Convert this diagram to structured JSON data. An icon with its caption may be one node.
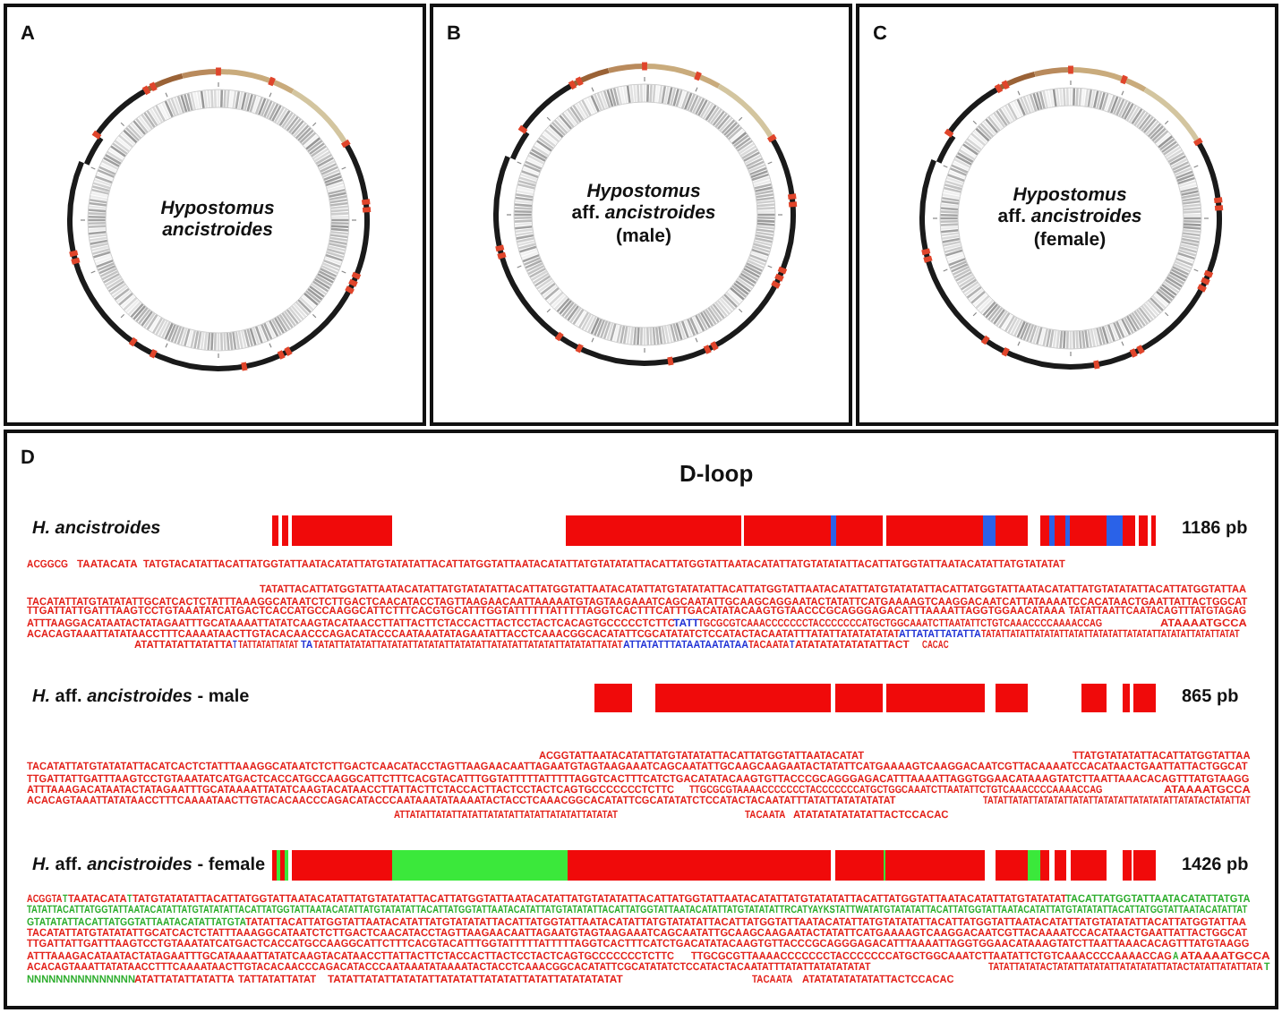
{
  "diagram": {
    "nodes": [
      {
        "text": [
          "A"
        ]
      },
      {
        "text": [
          "Hypostomus ancistroides"
        ],
        "in": 0
      },
      {
        "text": [
          "B"
        ]
      },
      {
        "text": [
          "*Hypostomus* aff. *ancistroides* (male)"
        ],
        "in": 2
      },
      {
        "text": [
          "C"
        ]
      },
      {
        "text": [
          "*Hypostomus* aff. *ancistroides* (female)"
        ],
        "in": 4
      },
      {
        "text": [
          "D",
          "D-loop"
        ]
      }
    ],
    "labels": [
      "H. ancistroides",
      "1186 pb",
      "ACGGCG",
      "TAATACATA",
      "TATGTACATATTACATTATGGTATTAATACATATTATGTATATATTACATTATGGTATTAATACATATTATGTATATATTACATTATGGTATTAATACATATTATGTATATATTACATTATGGTATTAATACATATTATGTATATAT",
      "TATATTACATTATGGTATTAATACATATTATGTATATATTACATTATGGTATTAATACATATTATGTATATATTACATTATGGTATTAATACATATTATGTATATATTACATTATGGTATTAATACATATTATGTATATATTACATTATGGTATTAA",
      "TACATATTATGTATATATTGCATCACTCTATTTAAAGGCATAATCTCTTGACTCAACATACCTAGTTAAGAACAATTAAAAATGTAGTAAGAAATCAGCAATATTGCAAGCAGGAATACTATATTCATGAAAAGTCAAGGACAATCATTATAAAATCCACATAACTGAATTATTACTGGCAT",
      "TTGATTATTGATTTAAGTCCTGTAAATATCATGACTCACCATGCCAAGGCATTCTTTCACGTGCATTTGGTATTTTTTATTTTTAGGTCACTTTCATTTGACATATACAAGTGTAACCCGCAGGGAGACATTTAAAATTAGGTGGAACATAAA",
      "TATATTAATTCAATACAGTTTATGTAGAG",
      "ATTTAAGGACATAATACTATAGAATTTGCATAAAATTATATCAAGTACATAACCTTATTACTTCTACCACTTACTCCTACTCACAGTGCCCCCTCTTC",
      "TATT",
      "TGCGCGTCAAACCCCCCCTACCCCCCCATGCTGGCAAATCTTAATATTCTGTCAAACCCCAAAACCAG",
      "ATAAAATGCCA",
      "ACACAGTAAATTATATAACCTTTCAAAATAACTTGTACACAACCCAGACATACCCAATAAATATAGAATATTACCTCAAACGGCACATATTCGCATATATCTCCATACTACAATATTTATATTATATATATAT",
      "ATTATATTATATTA",
      "TATATTATATTATATATTATATTATATATTATATATTATATATTATATTATAT",
      "ATATTATATTATATTA",
      "T",
      "TATTATATTATAT",
      "TA",
      "TATATTATATATTATATATTATATATTATATATTATATATTATATATTATATATTATAT",
      "ATTATATTTATAATAATATAA",
      "TACAATA",
      "T",
      "ATATATATATATATTACT",
      "CACAC",
      "*H.* aff. *ancistroides* - male",
      "865 pb",
      "ACGGTATTAATACATATTATGTATATATTACATTATGGTATTAATACATAT",
      "TTATGTATATATTACATTATGGTATTAA",
      "TACATATTATGTATATATTACATCACTCTATTTAAAGGCATAATCTCTTGACTCAACATACCTAGTTAAGAACAATTAGAATGTAGTAAGAAATCAGCAATATTGCAAGCAAGAATACTATATTCATGAAAAGTCAAGGACAATCGTTACAAAATCCACATAACTGAATTATTACTGGCAT",
      "TTGATTATTGATTTAAGTCCTGTAAATATCATGACTCACCATGCCAAGGCATTCTTTCACGTACATTTGGTATTTTTATTTTTAGGTCACTTTCATCTGACATATACAAGTGTTACCCGCAGGGAGACATTTAAAATTAGGTGGAACATAAAGTATCTTAATTAAACACAGTTTATGTAAGG",
      "ATTTAAAGACATAATACTATAGAATTTGCATAAAATTATATCAAGTACATAACCTTATTACTTCTACCACTTACTCCTACTCAGTGCCCCCCCTCTTC",
      "TTGCGCGTAAAACCCCCCCTACCCCCCCATGCTGGCAAATCTTAATATTCTGTCAAACCCCAAAACCAG",
      "ATAAAATGCCA",
      "ACACAGTAAATTATATAACCTTTCAAAATAACTTGTACACAACCCAGACATACCCAATAAATATAAAATACTACCTCAAACGGCACATATTCGCATATATCTCCATACTACAATATTTATATTATATATATAT",
      "TATATTATATTATATATTATATTATATATTATATATATTATATACTATATTAT",
      "ATTATATTATATTATATTATATATTATATTATATATTATATAT",
      "TACAATA",
      "ATATATATATATATTACTCCACAC",
      "*H.* aff. *ancistroides* - female",
      "1426 pb",
      "ACGGTA",
      "T",
      "TAATACATA",
      "T",
      "TATGTATATATTACATTATGGTATTAATACATATTATGTATATATTACATTATGGTATTAATACATATTATGTATATATTACATTATGGTATTAATACATATTATGTATATATTACATTATGGTATTAATACATATTATGTATATAT",
      "TACATTATGGTATTAATACATATTATGTA",
      "TATATTACATTATGGTATTAATACATATTATGTATATATTACATTATGGTATTAATACATATTATGTATATATTACATTATGGTATTAATACATATTATGTATATATTACATTATGGTATTAATACATATTATGTATATATTRCATYAYKSTATTWATATGTATATATTACATTATGGTATTAATACATATTATGTATATATTACATTATGGTATTAATACATATTAT",
      "GTATATATTACATTATGGTATTAATACATATTATGTA",
      "TATATTACATTATGGTATTAATACATATTATGTATATATTACATTATGGTATTAATACATATTATGTATATATTACATTATGGTATTAATACATATTATGTATATATTACATTATGGTATTAATACATATTATGTATATATTACATTATGGTATTAA",
      "TACATATTATGTATATATTGCATCACTCTATTTAAAGGCATAATCTCTTGACTCAACATACCTAGTTAAGAACAATTAGAATGTAGTAAGAAATCAGCAATATTGCAAGCAAGAATACTATATTCATGAAAAGTCAAGGACAATCGTTACAAAATCCACATAACTGAATTATTACTGGCAT",
      "TTGATTATTGATTTAAGTCCTGTAAATATCATGACTCACCATGCCAAGGCATTCTTTCACGTACATTTGGTATTTTTATTTTTAGGTCACTTTCATCTGACATATACAAGTGTTACCCGCAGGGAGACATTTAAAATTAGGTGGAACATAAAGTATCTTAATTAAACACAGTTTATGTAAGG",
      "ATTTAAAGACATAATACTATAGAATTTGCATAAAATTATATCAAGTACATAACCTTATTACTTCTACCACTTACTCCTACTCAGTGCCCCCCCTCTTC",
      "TTGCGCGTTAAAACCCCCCCTACCCCCCCATGCTGGCAAATCTTAATATTCTGTCAAACCCCAAAACCAG",
      "A",
      "ATAAAATGCCA",
      "ACACAGTAAATTATATAACCTTTCAAAATAACTTGTACACAACCCAGACATACCCAATAAATATAAAATACTACCTCAAACGGCACATATTCGCATATATCTCCATACTACAATATTTATATTATATATATAT",
      "TATATTATATACTATATTATATATTATATATATTATACTATATTATATTATA",
      "T",
      "NNNNNNNNNNNNNNN",
      "ATATTATATTATATTA",
      "TATTATATTATAT",
      "TATATTATATTATATATTATATATTATATATTATATTATATATATAT",
      "TACAATA",
      "ATATATATATATATTACTCCACAC"
    ]
  }
}
